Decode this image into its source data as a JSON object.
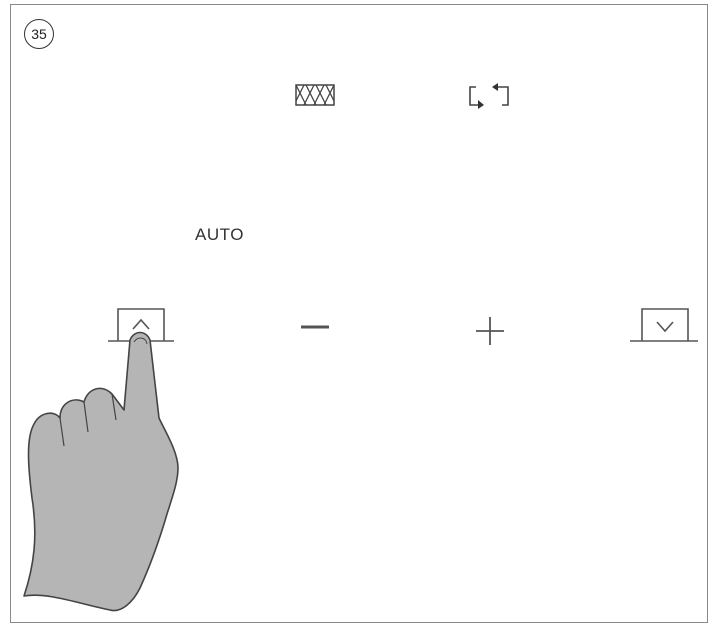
{
  "step": {
    "number": "35"
  },
  "panel": {
    "auto_label": "AUTO",
    "icons": [
      "grill-icon",
      "recirculate-icon",
      "raise-button-icon",
      "minus-icon",
      "plus-icon",
      "lower-button-icon"
    ]
  },
  "illustration": {
    "hand": "pointing-hand-icon",
    "pressed_button": "raise-button"
  },
  "colors": {
    "line": "#555555",
    "hand_fill": "#b5b5b5",
    "hand_stroke": "#444444",
    "frame": "#8a8a8a"
  }
}
